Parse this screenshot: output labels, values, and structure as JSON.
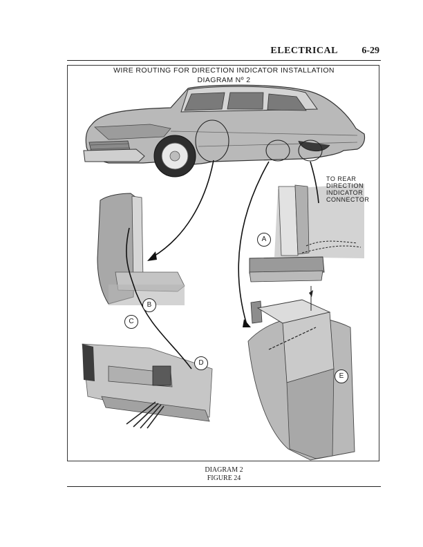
{
  "header": {
    "section": "ELECTRICAL",
    "page_number": "6-29"
  },
  "figure": {
    "title": "WIRE ROUTING FOR DIRECTION INDICATOR INSTALLATION",
    "subtitle": "DIAGRAM  Nº 2",
    "connector_label": [
      "TO REAR",
      "DIRECTION",
      "INDICATOR",
      "CONNECTOR"
    ],
    "callouts": [
      "A",
      "B",
      "C",
      "D",
      "E"
    ]
  },
  "caption": {
    "line1": "DIAGRAM 2",
    "line2": "FIGURE 24"
  }
}
